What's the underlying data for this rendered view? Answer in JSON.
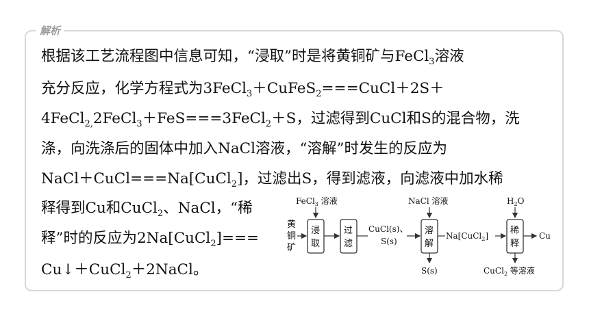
{
  "section_label": "解析",
  "paragraph": {
    "line1": {
      "a": "根据该工艺流程图中信息可知，“浸取”时是将黄铜矿与FeCl",
      "sub1": "3",
      "b": "溶液"
    },
    "line2": {
      "a": "充分反应，化学方程式为3FeCl",
      "sub1": "3",
      "b": "＋CuFeS",
      "sub2": "2",
      "c": "===CuCl＋2S＋"
    },
    "line3": {
      "a": "4FeCl",
      "sub1": "2,",
      "b": "2FeCl",
      "sub2": "3",
      "c": "＋FeS===3FeCl",
      "sub3": "2",
      "d": "＋S，过滤得到CuCl和S的混合物，洗"
    },
    "line4": {
      "a": "涤，向洗涤后的固体中加入NaCl溶液，“溶解”时发生的反应为"
    },
    "line5": {
      "a": "NaCl＋CuCl===Na[CuCl",
      "sub1": "2",
      "b": "]，过滤出S，得到滤液，向滤液中加水稀"
    },
    "line6": {
      "a": "释得到Cu和CuCl",
      "sub1": "2",
      "b": "、NaCl，“稀"
    },
    "line7": {
      "a": "释”时的反应为2Na[CuCl",
      "sub1": "2",
      "b": "]==="
    },
    "line8": {
      "a": "Cu↓＋CuCl",
      "sub1": "2",
      "b": "＋2NaCl。"
    }
  },
  "flowchart": {
    "raw_material": [
      "黄",
      "铜",
      "矿"
    ],
    "step1": [
      "浸",
      "取"
    ],
    "step2": [
      "过",
      "滤"
    ],
    "step3": [
      "溶",
      "解"
    ],
    "step4": [
      "稀",
      "释"
    ],
    "reagent1": {
      "a": "FeCl",
      "sub": "3",
      "b": " 溶液"
    },
    "reagent2": "NaCl 溶液",
    "reagent3": {
      "a": "H",
      "sub": "2",
      "b": "O"
    },
    "intermediate1_l1": "CuCl(s)、",
    "intermediate1_l2": "S(s)",
    "intermediate2": {
      "a": "Na[CuCl",
      "sub": "2",
      "b": "]"
    },
    "byproduct1": "S(s)",
    "byproduct2": {
      "a": "CuCl",
      "sub": "2",
      "b": " 等溶液"
    },
    "product": "Cu"
  }
}
